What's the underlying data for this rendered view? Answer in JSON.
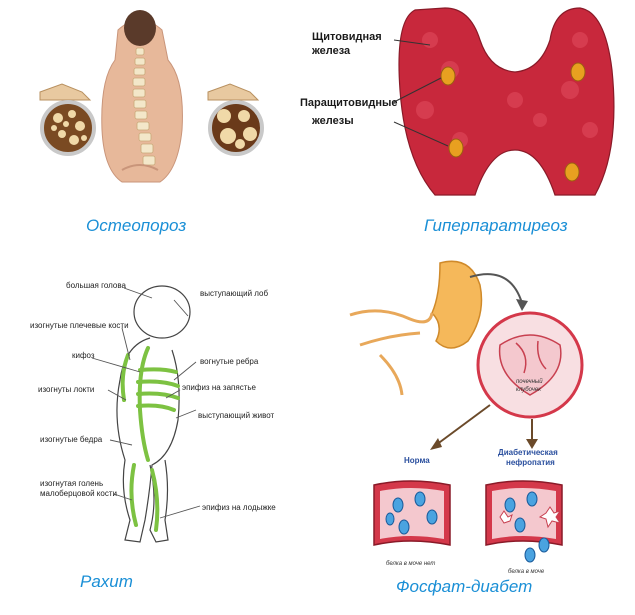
{
  "panels": {
    "osteoporosis": {
      "caption": "Остеопороз"
    },
    "hyperparathyroidism": {
      "caption": "Гиперпаратиреоз",
      "labels": {
        "thyroid_line1": "Щитовидная",
        "thyroid_line2": "железа",
        "parathyroid_line1": "Паращитовидные",
        "parathyroid_line2": "железы"
      }
    },
    "rickets": {
      "caption": "Рахит",
      "labels": {
        "big_head": "большая голова",
        "forehead": "выступающий лоб",
        "arms": "изогнутые плечевые кости",
        "kyphosis": "кифоз",
        "ribs": "вогнутые ребра",
        "elbows": "изогнуты локти",
        "wrist": "эпифиз на запястье",
        "belly": "выступающий живот",
        "hips": "изогнутые бедра",
        "shin_line1": "изогнутая голень",
        "shin_line2": "малоберцовой кости",
        "ankle": "эпифиз на лодыжке"
      }
    },
    "phosphate_diabetes": {
      "caption": "Фосфат-диабет",
      "labels": {
        "glomerulus_line1": "почечный",
        "glomerulus_line2": "клубочек",
        "norm": "Норма",
        "nephropathy_line1": "Диабетическая",
        "nephropathy_line2": "нефропатия",
        "urine_left": "белка в моче нет",
        "urine_right": "белка в моче"
      }
    }
  },
  "colors": {
    "caption": "#1a8fd6",
    "bone": "#e8c9a0",
    "thyroid": "#c8283c",
    "parathyroid": "#e8a020",
    "skeleton_green": "#7dc242",
    "kidney": "#f5b85a",
    "vessel": "#d4384a"
  }
}
